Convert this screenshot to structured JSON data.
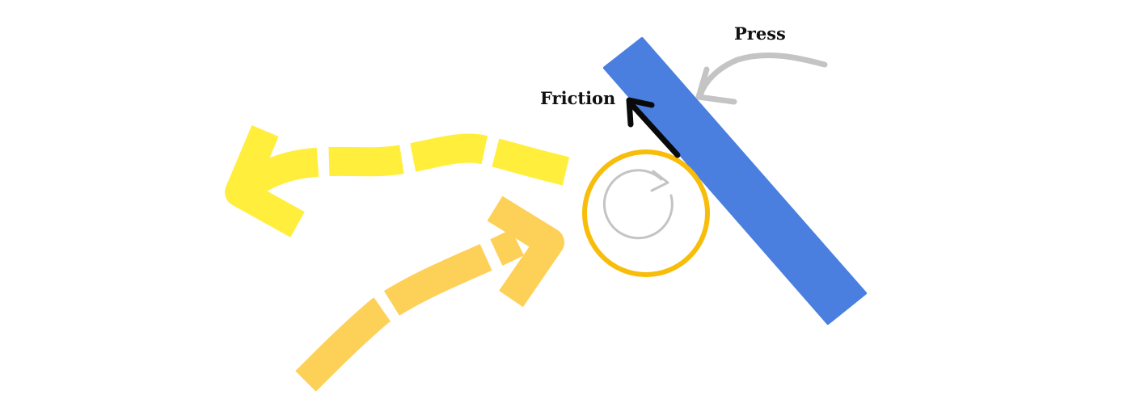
{
  "labels": {
    "press": "Press",
    "friction": "Friction"
  },
  "colors": {
    "background": "#ffffff",
    "plate": "#4a7fe0",
    "press_arrow": "#c4c4c4",
    "friction_arrow": "#0a0a0a",
    "ball_ring": "#f7bd0a",
    "rotation_arrow": "#c4c4c4",
    "outgoing_trail": "#ffec1a",
    "incoming_trail": "#fdc83a"
  },
  "icons": {
    "plate": "inclined-plate",
    "press_arrow": "curved-arrow-icon",
    "friction_arrow": "straight-arrow-icon",
    "ball": "ball-outline",
    "rotation_arrow": "rotation-arrow-icon",
    "outgoing_trail": "dashed-trail-arrow",
    "incoming_trail": "dashed-trail-arrow"
  }
}
